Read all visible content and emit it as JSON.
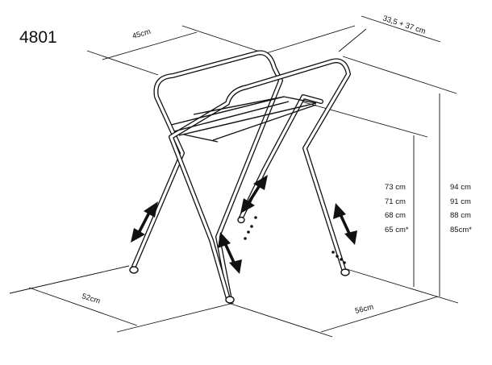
{
  "model_number": "4801",
  "dimensions": {
    "top_width": "45cm",
    "top_depth": "33,5 + 37 cm",
    "base_width": "52cm",
    "base_depth": "56cm"
  },
  "height_table": {
    "inner": [
      "73 cm",
      "71 cm",
      "68 cm",
      "65 cm*"
    ],
    "outer": [
      "94 cm",
      "91 cm",
      "88 cm",
      "85cm*"
    ]
  }
}
